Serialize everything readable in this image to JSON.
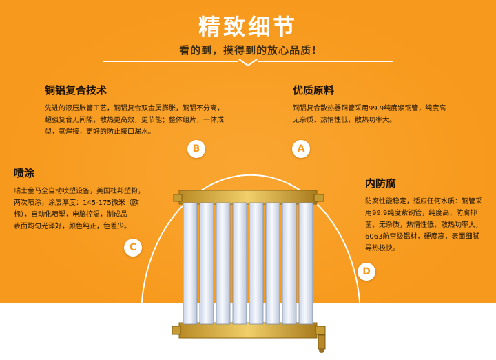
{
  "header": {
    "title": "精致细节",
    "subtitle": "看的到，摸得到的放心品质!"
  },
  "features": {
    "copper_aluminum": {
      "title": "铜铝复合技术",
      "lines": [
        "先进的液压胀管工艺，铜铝复合双金属膨胀，铜铝不分离，",
        "超强复合无间隙，散热更高效，更节能；整体组片，一体成",
        "型，氩焊接，更好的防止接口漏水。"
      ]
    },
    "quality_material": {
      "title": "优质原料",
      "lines": [
        "铜铝复合散热器铜管采用99.9纯度紫铜管，纯度高",
        "无杂质、热惰性低，散热功率大。"
      ]
    },
    "spraying": {
      "title": "喷涂",
      "lines": [
        "瑞士金马全自动喷塑设备，美国杜邦塑粉，",
        "两次喷涂，涂层厚度：145-175微米（欧",
        "标），自动化喷塑，电脑控温，制成品",
        "表面均匀光泽好，颜色纯正，色差少。"
      ]
    },
    "anticorrosion": {
      "title": "内防腐",
      "lines": [
        "防腐性能稳定，适应任何水质：铜管采",
        "用99.9纯度紫铜管，纯度高，防腐抑",
        "菌，无杂质，热惰性低，散热功率大，",
        "6063航空级铝材，硬度高，表面细腻",
        "导热极快。"
      ]
    }
  },
  "badges": {
    "a": "A",
    "b": "B",
    "c": "C",
    "d": "D"
  },
  "colors": {
    "background": "#f7991c",
    "title_text": "#ffffff",
    "badge": "#ffffff",
    "radiator_gold": "#d9a93a",
    "radiator_panel": "#e6ecf6"
  }
}
